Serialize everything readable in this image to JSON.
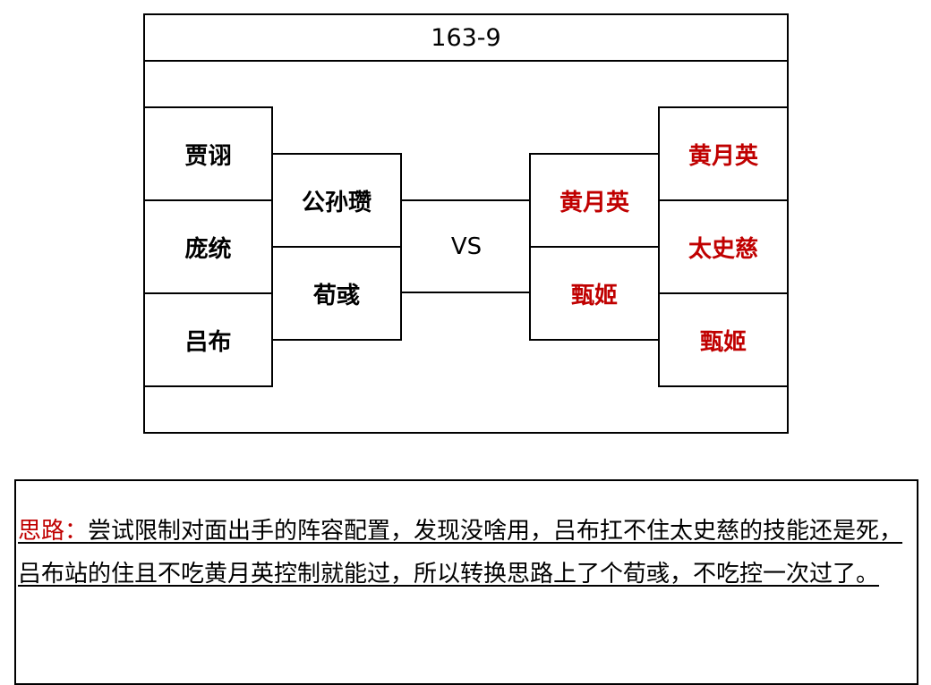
{
  "title": "163-9",
  "vs_label": "VS",
  "left": {
    "back": [
      "贾诩",
      "庞统",
      "吕布"
    ],
    "front": [
      "公孙瓒",
      "荀彧"
    ]
  },
  "right": {
    "front": [
      "黄月英",
      "甄姬"
    ],
    "back": [
      "黄月英",
      "太史慈",
      "甄姬"
    ]
  },
  "colors": {
    "enemy_text": "#c00000",
    "note_label": "#c00000",
    "line": "#000000"
  },
  "note": {
    "label": "思路：",
    "text": "尝试限制对面出手的阵容配置，发现没啥用，吕布扛不住太史慈的技能还是死，吕布站的住且不吃黄月英控制就能过，所以转换思路上了个荀彧，不吃控一次过了。"
  }
}
